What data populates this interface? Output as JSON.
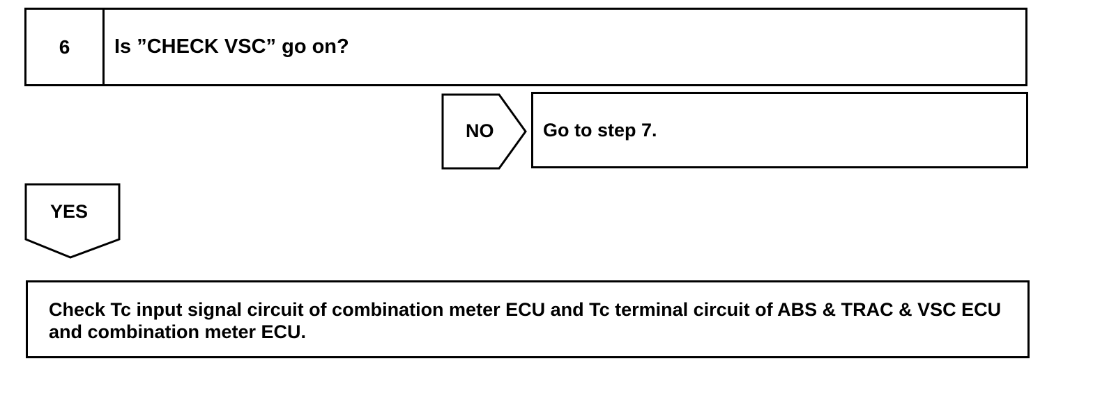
{
  "step": {
    "number": "6",
    "question": "Is ”CHECK VSC” go on?"
  },
  "branches": {
    "no": {
      "label": "NO",
      "action": "Go to step 7."
    },
    "yes": {
      "label": "YES"
    }
  },
  "result": {
    "text": "Check Tc input signal circuit of combination meter ECU and Tc terminal circuit of ABS & TRAC & VSC ECU  and combination meter ECU."
  }
}
